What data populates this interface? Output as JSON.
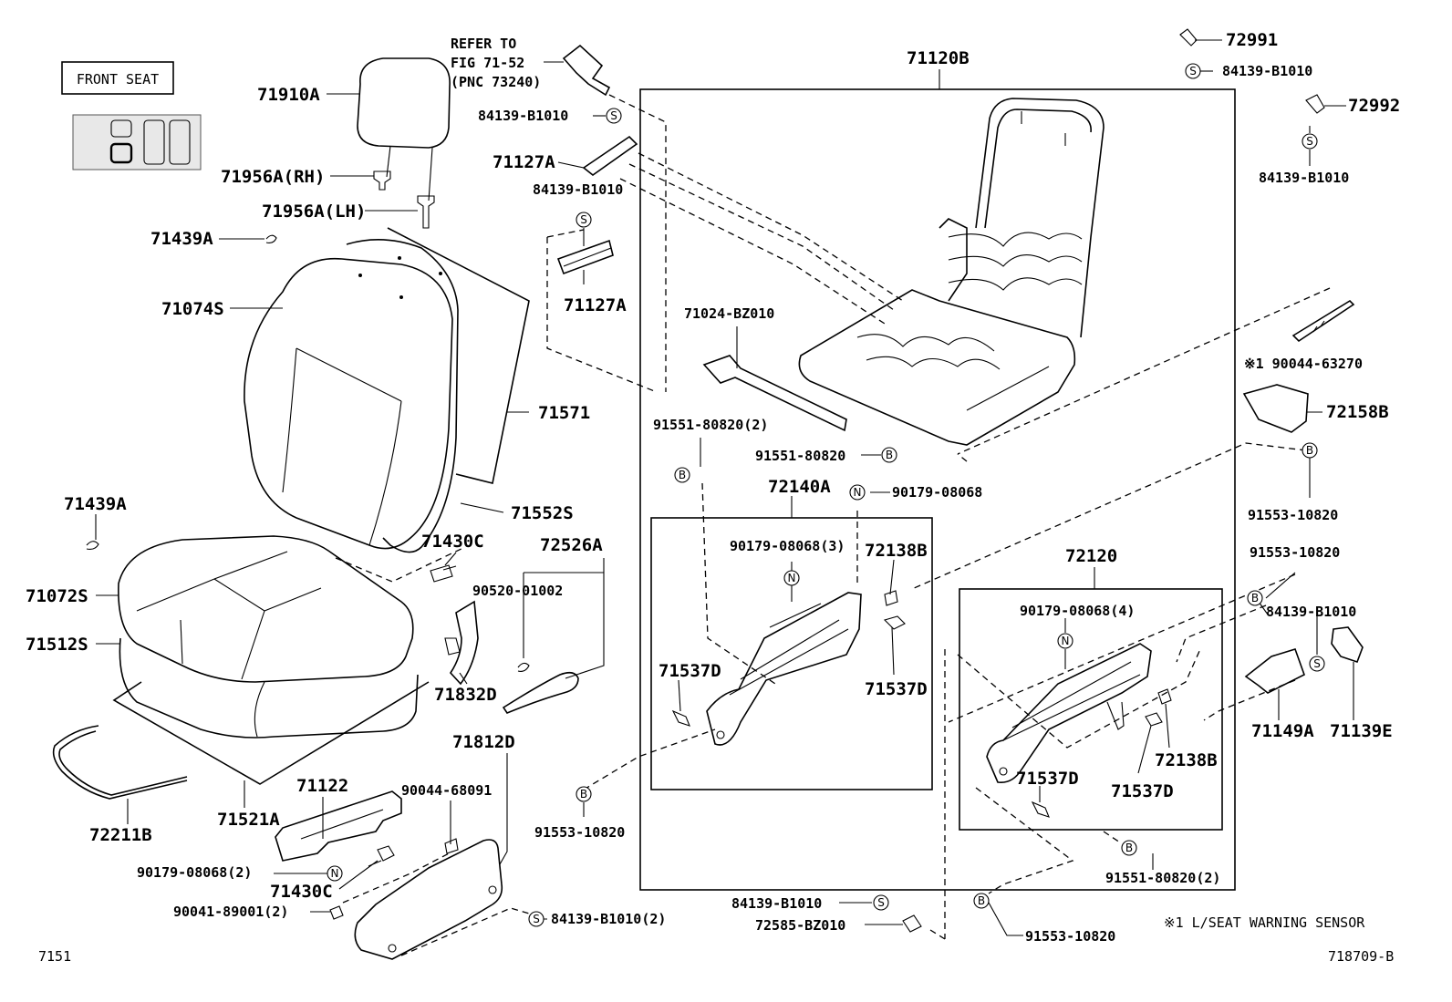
{
  "header": {
    "front_seat_label": "FRONT SEAT",
    "refer_note": [
      "REFER TO",
      "FIG 71-52",
      "(PNC 73240)"
    ]
  },
  "footer": {
    "left_code": "7151",
    "right_code": "718709-B",
    "note": "※1 L/SEAT WARNING SENSOR"
  },
  "symbols": {
    "s": "S",
    "b": "B",
    "n": "N"
  },
  "parts": {
    "p71910A": "71910A",
    "p71956A_RH": "71956A(RH)",
    "p71956A_LH": "71956A(LH)",
    "p71439A_1": "71439A",
    "p71074S": "71074S",
    "p71571": "71571",
    "p71552S": "71552S",
    "p71439A_2": "71439A",
    "p71430C_1": "71430C",
    "p71072S": "71072S",
    "p71512S": "71512S",
    "p72526A": "72526A",
    "p90520": "90520-01002",
    "p71832D": "71832D",
    "p72211B": "72211B",
    "p71521A": "71521A",
    "p71122": "71122",
    "p71812D": "71812D",
    "p90044_68091": "90044-68091",
    "p90179_08068_2": "90179-08068(2)",
    "p71430C_2": "71430C",
    "p90041": "90041-89001(2)",
    "p84139_2": "84139-B1010(2)",
    "p84139_a": "84139-B1010",
    "p71127A_1": "71127A",
    "p84139_b": "84139-B1010",
    "p71127A_2": "71127A",
    "p71120B": "71120B",
    "p71024": "71024-BZ010",
    "p91551_2a": "91551-80820(2)",
    "p91551": "91551-80820",
    "p72140A": "72140A",
    "p90179_08068": "90179-08068",
    "p90179_08068_3": "90179-08068(3)",
    "p72138B_1": "72138B",
    "p71537D_1": "71537D",
    "p71537D_2": "71537D",
    "p91553_a": "91553-10820",
    "p72120": "72120",
    "p90179_08068_4": "90179-08068(4)",
    "p72138B_2": "72138B",
    "p71537D_3": "71537D",
    "p71537D_4": "71537D",
    "p91551_2b": "91551-80820(2)",
    "p84139_c": "84139-B1010",
    "p72585": "72585-BZ010",
    "p91553_b": "91553-10820",
    "p72991": "72991",
    "p84139_d": "84139-B1010",
    "p72992": "72992",
    "p84139_e": "84139-B1010",
    "p90044_63270": "※1 90044-63270",
    "p72158B": "72158B",
    "p91553_c": "91553-10820",
    "p91553_d": "91553-10820",
    "p84139_f": "84139-B1010",
    "p71149A": "71149A",
    "p71139E": "71139E"
  }
}
